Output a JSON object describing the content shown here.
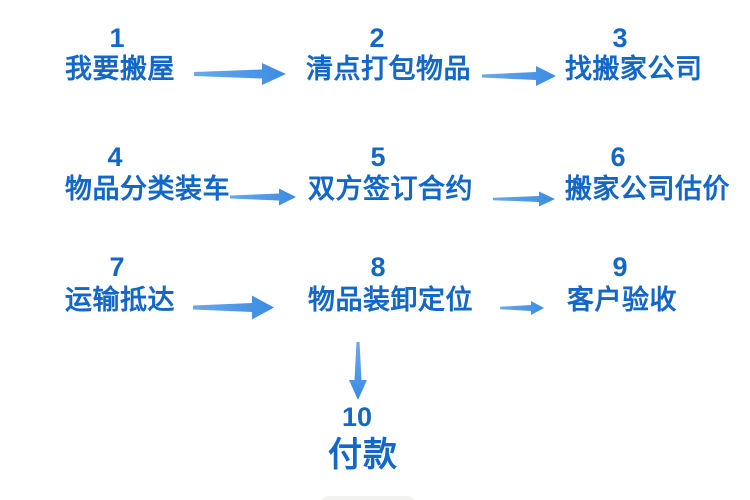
{
  "diagram": {
    "type": "flowchart",
    "language": "zh",
    "colors": {
      "step_text": "#1267c9",
      "arrow_light": "#6aa9ea",
      "arrow_dark": "#3b8be2"
    },
    "steps": [
      {
        "num": "1",
        "label": "我要搬屋"
      },
      {
        "num": "2",
        "label": "清点打包物品"
      },
      {
        "num": "3",
        "label": "找搬家公司"
      },
      {
        "num": "4",
        "label": "物品分类装车"
      },
      {
        "num": "5",
        "label": "双方签订合约"
      },
      {
        "num": "6",
        "label": "搬家公司估价"
      },
      {
        "num": "7",
        "label": "运输抵达"
      },
      {
        "num": "8",
        "label": "物品装卸定位"
      },
      {
        "num": "9",
        "label": "客户验收"
      },
      {
        "num": "10",
        "label": "付款"
      }
    ],
    "arrows": [
      {
        "from": "1",
        "to": "2",
        "direction": "right"
      },
      {
        "from": "2",
        "to": "3",
        "direction": "right"
      },
      {
        "from": "4",
        "to": "5",
        "direction": "right"
      },
      {
        "from": "5",
        "to": "6",
        "direction": "right"
      },
      {
        "from": "7",
        "to": "8",
        "direction": "right"
      },
      {
        "from": "8",
        "to": "9",
        "direction": "right"
      },
      {
        "from": "8",
        "to": "10",
        "direction": "down"
      }
    ]
  }
}
